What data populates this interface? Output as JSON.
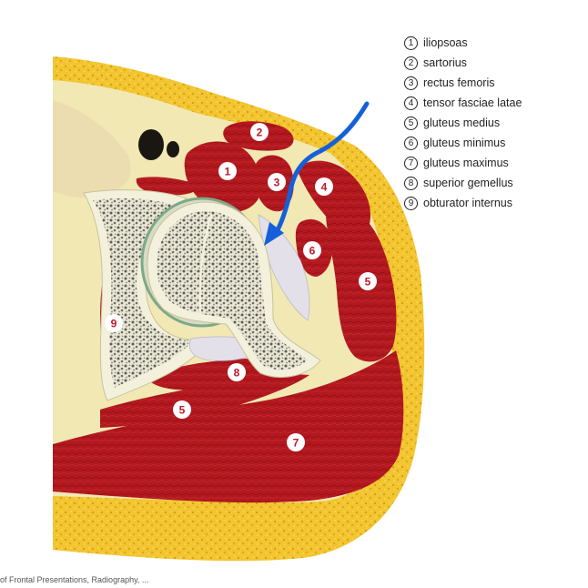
{
  "legend": [
    {
      "num": "1",
      "text": "iliopsoas"
    },
    {
      "num": "2",
      "text": "sartorius"
    },
    {
      "num": "3",
      "text": "rectus femoris"
    },
    {
      "num": "4",
      "text": "tensor fasciae latae"
    },
    {
      "num": "5",
      "text": "gluteus medius"
    },
    {
      "num": "6",
      "text": "gluteus minimus"
    },
    {
      "num": "7",
      "text": "gluteus maximus"
    },
    {
      "num": "8",
      "text": "superior gemellus"
    },
    {
      "num": "9",
      "text": "obturator internus"
    }
  ],
  "labels": {
    "l1": "1",
    "l2": "2",
    "l3": "3",
    "l4": "4",
    "l5a": "5",
    "l5b": "5",
    "l6": "6",
    "l7": "7",
    "l8": "8",
    "l9": "9"
  },
  "caption": "of Frontal Presentations, Radiography, ...",
  "colors": {
    "fat": "#f2c531",
    "fat_dots": "#d89a10",
    "muscle": "#b3181f",
    "bone_cortex": "#f3f0dc",
    "marrow": "#9a9a8e",
    "background_tissue": "#f1e8b4",
    "arrow": "#1560d8"
  },
  "icons": {
    "arrow": "arrow-icon"
  }
}
